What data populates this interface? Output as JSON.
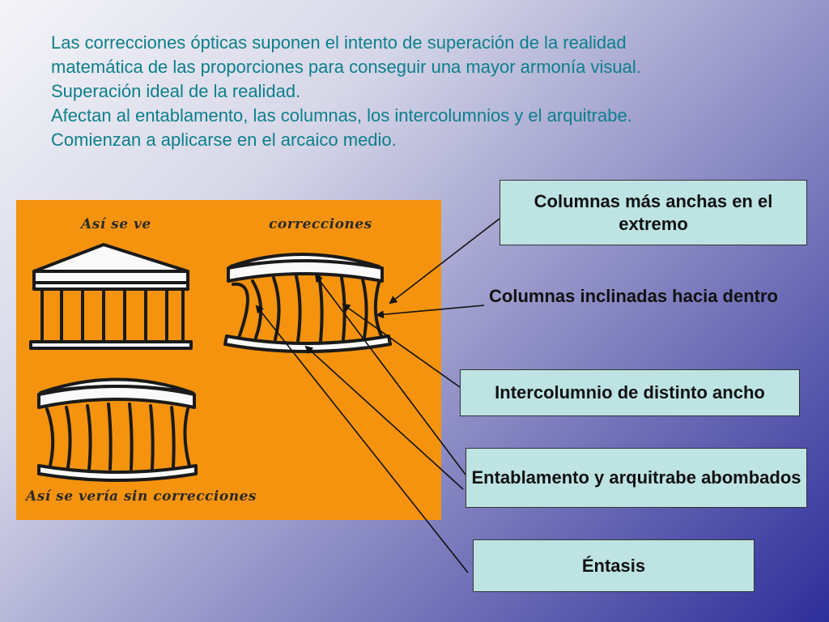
{
  "intro": {
    "line1": "Las correcciones ópticas suponen el intento de superación de la realidad",
    "line2": "matemática de las proporciones para conseguir una mayor armonía visual.",
    "line3": "Superación ideal de la realidad.",
    "line4": "Afectan al entablamento, las columnas, los intercolumnios y el arquitrabe.",
    "line5": "Comienzan a aplicarse en el arcaico medio."
  },
  "figure": {
    "label_top_left": "Así se ve",
    "label_top_right": "correcciones",
    "label_bottom": "Así se vería sin correcciones",
    "background": "#f5930e"
  },
  "labels": {
    "columnas_anchas": "Columnas más anchas en el extremo",
    "columnas_inclinadas": "Columnas inclinadas hacia dentro",
    "intercolumnio": "Intercolumnio de distinto ancho",
    "entablamento": "Entablamento y arquitrabe abombados",
    "entasis": "Éntasis"
  },
  "colors": {
    "intro_text": "#0c7f8c",
    "box_fill": "#bde3e3"
  }
}
